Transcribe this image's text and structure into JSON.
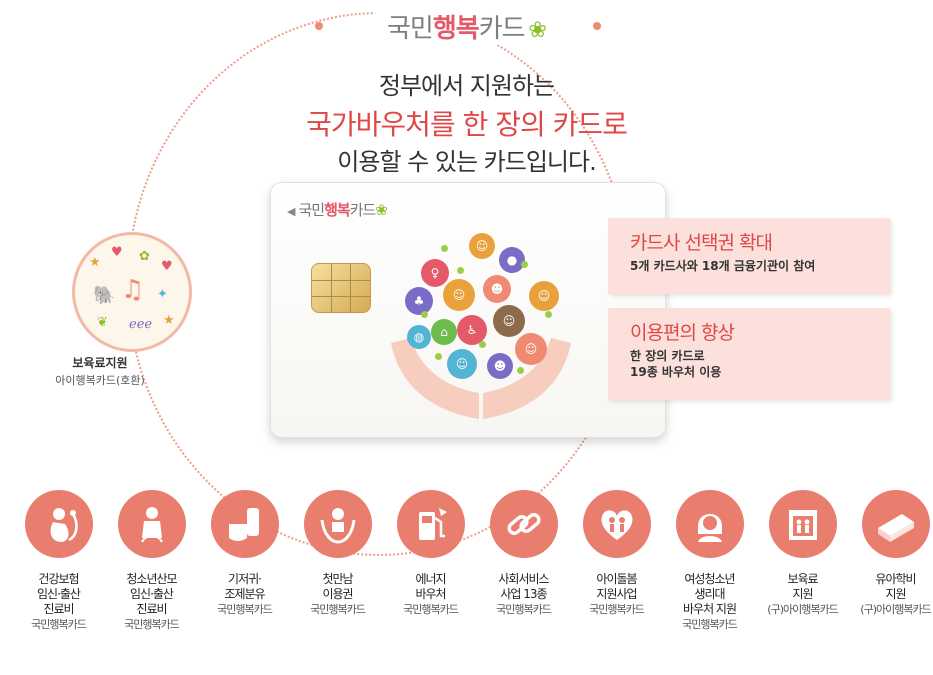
{
  "brand": {
    "part1": "국민",
    "part2": "행복",
    "part3": "카드",
    "clover": "❀"
  },
  "headline": {
    "line1": "정부에서 지원하는",
    "line2": "국가바우처를 한 장의 카드로",
    "line3": "이용할 수 있는 카드입니다."
  },
  "card": {
    "arrow": "◀",
    "brand_part1": "국민",
    "brand_part2": "행복",
    "brand_part3": "카드",
    "clover": "❀"
  },
  "features": [
    {
      "title": "카드사 선택권 확대",
      "desc1": "5개 카드사와 18개 금융기관이 참여",
      "desc2": ""
    },
    {
      "title": "이용편의 향상",
      "desc1": "한 장의 카드로",
      "desc2": "19종 바우처 이용"
    }
  ],
  "childcare": {
    "title": "보육료지원",
    "subtitle": "아이행복카드(호환)"
  },
  "vouchers": [
    {
      "lines": [
        "건강보험",
        "임신·출산",
        "진료비"
      ],
      "brand": "국민행복카드",
      "icon": "pregnant-stethoscope-icon"
    },
    {
      "lines": [
        "청소년산모",
        "임신·출산",
        "진료비"
      ],
      "brand": "국민행복카드",
      "icon": "young-mother-icon"
    },
    {
      "lines": [
        "기저귀·",
        "조제분유"
      ],
      "brand": "국민행복카드",
      "icon": "diaper-bottle-icon"
    },
    {
      "lines": [
        "첫만남",
        "이용권"
      ],
      "brand": "국민행복카드",
      "icon": "baby-hands-icon"
    },
    {
      "lines": [
        "에너지",
        "바우처"
      ],
      "brand": "국민행복카드",
      "icon": "fuel-pump-icon"
    },
    {
      "lines": [
        "사회서비스",
        "사업 13종"
      ],
      "brand": "국민행복카드",
      "icon": "chain-link-icon"
    },
    {
      "lines": [
        "아이돌봄",
        "지원사업"
      ],
      "brand": "국민행복카드",
      "icon": "heart-family-icon"
    },
    {
      "lines": [
        "여성청소년",
        "생리대",
        "바우처 지원"
      ],
      "brand": "국민행복카드",
      "icon": "girl-icon"
    },
    {
      "lines": [
        "보육료",
        "지원"
      ],
      "brand": "(구)아이행복카드",
      "icon": "house-family-icon"
    },
    {
      "lines": [
        "유아학비",
        "지원"
      ],
      "brand": "(구)아이행복카드",
      "icon": "book-icon"
    }
  ],
  "colors": {
    "accent": "#e04848",
    "icon_bg": "#ea7e6e",
    "feature_bg": "#fbe0dc",
    "clover": "#8bbf2b"
  }
}
